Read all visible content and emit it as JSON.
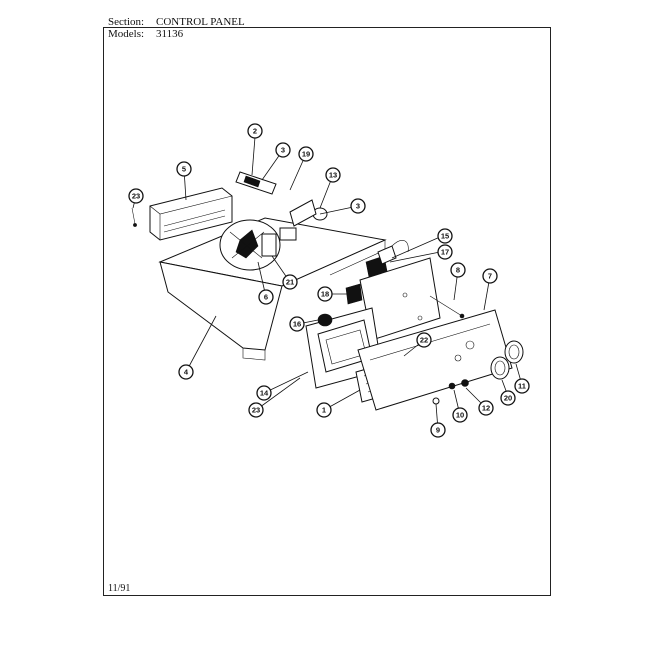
{
  "header": {
    "section_label": "Section:",
    "section_value": "CONTROL PANEL",
    "models_label": "Models:",
    "models_value": "31136"
  },
  "footer": {
    "date": "11/91"
  },
  "callouts": [
    {
      "id": "c2",
      "label": "2"
    },
    {
      "id": "c3a",
      "label": "3"
    },
    {
      "id": "c5",
      "label": "5"
    },
    {
      "id": "c19",
      "label": "19"
    },
    {
      "id": "c13",
      "label": "13"
    },
    {
      "id": "c23a",
      "label": "23"
    },
    {
      "id": "c3b",
      "label": "3"
    },
    {
      "id": "c15",
      "label": "15"
    },
    {
      "id": "c17",
      "label": "17"
    },
    {
      "id": "c21",
      "label": "21"
    },
    {
      "id": "c6",
      "label": "6"
    },
    {
      "id": "c8",
      "label": "8"
    },
    {
      "id": "c7",
      "label": "7"
    },
    {
      "id": "c18",
      "label": "18"
    },
    {
      "id": "c16",
      "label": "16"
    },
    {
      "id": "c22",
      "label": "22"
    },
    {
      "id": "c4",
      "label": "4"
    },
    {
      "id": "c14",
      "label": "14"
    },
    {
      "id": "c23b",
      "label": "23"
    },
    {
      "id": "c20",
      "label": "20"
    },
    {
      "id": "c11",
      "label": "11"
    },
    {
      "id": "c1",
      "label": "1"
    },
    {
      "id": "c10",
      "label": "10"
    },
    {
      "id": "c12",
      "label": "12"
    },
    {
      "id": "c9",
      "label": "9"
    }
  ]
}
